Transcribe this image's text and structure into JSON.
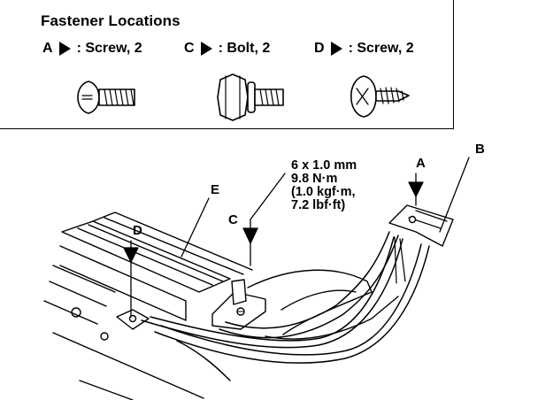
{
  "title": "Fastener Locations",
  "legend": [
    {
      "letter": "A",
      "text": ": Screw, 2",
      "icon": "pan-head-screw-icon"
    },
    {
      "letter": "C",
      "text": ": Bolt, 2",
      "icon": "flange-bolt-icon"
    },
    {
      "letter": "D",
      "text": ": Screw, 2",
      "icon": "tapping-screw-icon"
    }
  ],
  "callouts": {
    "a": "A",
    "b": "B",
    "c": "C",
    "d": "D",
    "e": "E"
  },
  "torque_spec": {
    "line1": "6 x 1.0 mm",
    "line2": "9.8 N·m",
    "line3": "(1.0 kgf·m,",
    "line4": "7.2 lbf·ft)"
  },
  "colors": {
    "ink": "#000000",
    "background": "#ffffff"
  }
}
